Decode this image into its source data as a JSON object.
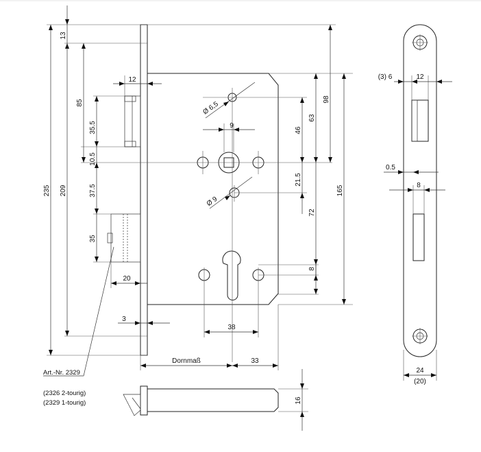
{
  "dims": {
    "d13": "13",
    "d235": "235",
    "d209": "209",
    "d85": "85",
    "d12": "12",
    "d35_5": "35.5",
    "d10_5": "10.5",
    "d37_5": "37.5",
    "d35": "35",
    "d20": "20",
    "d3": "3",
    "d_phi6_5": "Ø 6,5",
    "d9": "9",
    "d_phi9": "Ø 9",
    "d46": "46",
    "d63": "63",
    "d98": "98",
    "d21_5": "21.5",
    "d72": "72",
    "d165": "165",
    "d8": "8",
    "d38": "38",
    "dornmass": "Dornmaß",
    "d33": "33",
    "d16": "16",
    "side_3_6": "(3) 6",
    "side_12": "12",
    "side_0_5": "0.5",
    "side_8": "8",
    "side_24": "24",
    "side_20": "(20)"
  },
  "notes": {
    "art_nr": "Art.-Nr. 2329",
    "variant1": "(2326 2-tourig)",
    "variant2": "(2329 1-tourig)"
  }
}
